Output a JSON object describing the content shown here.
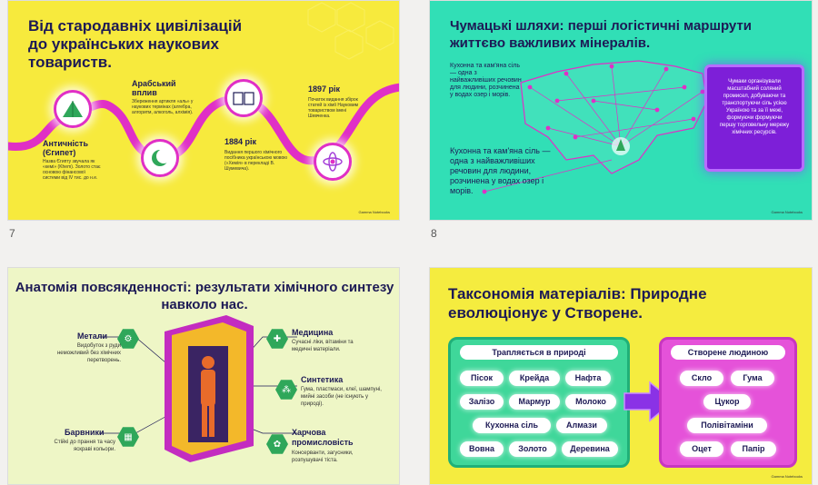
{
  "slides": {
    "s7": {
      "number": "7",
      "title": "Від стародавніх цивілізацій до українських наукових товариств.",
      "nodes": [
        {
          "label": "Античність (Єгипет)",
          "desc": "Назва Єгипту звучала як «кемі» (Khem). Золото стає основою фінансової системи від IV тис. до н.е.",
          "icon": "pyramid-icon"
        },
        {
          "label": "Арабський вплив",
          "desc": "Збереження артикля «аль» у наукових термінах (алгебра, алгоритм, алкоголь, алхімія).",
          "icon": "crescent-icon"
        },
        {
          "label": "1884 рік",
          "desc": "Видання першого хімічного посібника українською мовою («Хемія» в перекладі В. Шумевича).",
          "icon": "book-icon"
        },
        {
          "label": "1897 рік",
          "desc": "Початок видання збірок статей із хімії Науковим товариством імені Шевченка.",
          "icon": "atom-icon"
        }
      ]
    },
    "s8": {
      "number": "8",
      "title": "Чумацькі шляхи: перші логістичні маршрути життєво важливих мінералів.",
      "small_text": "Кухонна та кам'яна сіль — одна з найважливіших речовин для людини, розчинена у водах озер і морів.",
      "big_text": "Кухонна та кам'яна сіль — одна з найважливіших речовин для людини, розчинена у водах озер і морів.",
      "panel_text": "Чумаки організували масштабний соляний промисел, добуваючи та транспортуючи сіль усією Україною та за її межі, формуючи формуючи першу торговельну мережу хімічних ресурсів."
    },
    "s9": {
      "title": "Анатомія повсякденності: результати хімічного синтезу навколо нас.",
      "items": [
        {
          "label": "Метали",
          "desc": "Видобуток з руди неможливий без хімічних перетворень.",
          "icon": "gears-icon"
        },
        {
          "label": "Барвники",
          "desc": "Стійкі до прання та часу яскраві кольори.",
          "icon": "palette-icon"
        },
        {
          "label": "Медицина",
          "desc": "Сучасні ліки, вітаміни та медичні матеріали.",
          "icon": "medicine-icon"
        },
        {
          "label": "Синтетика",
          "desc": "Гума, пластмаси, клеї, шампуні, мийні засоби (не існують у природі).",
          "icon": "molecule-icon"
        },
        {
          "label": "Харчова промисловість",
          "desc": "Консерванти, загусники, розпушувачі тіста.",
          "icon": "wheat-icon"
        }
      ]
    },
    "s10": {
      "title": "Таксономія матеріалів: Природне еволюціонує у Створене.",
      "natural_head": "Трапляється в природі",
      "artificial_head": "Створене людиною",
      "natural": [
        "Пісок",
        "Крейда",
        "Нафта",
        "Залізо",
        "Мармур",
        "Молоко",
        "Кухонна сіль",
        "Алмази",
        "Вовна",
        "Золото",
        "Деревина"
      ],
      "artificial": [
        "Скло",
        "Гума",
        "Цукор",
        "Полівітаміни",
        "Оцет",
        "Папір"
      ]
    }
  },
  "credit": "Gamma Notebooks",
  "colors": {
    "yellow": "#f7ea3d",
    "mint": "#31dfb6",
    "magenta": "#e02fc6",
    "green": "#2fa75a",
    "navy": "#1d1a55"
  }
}
